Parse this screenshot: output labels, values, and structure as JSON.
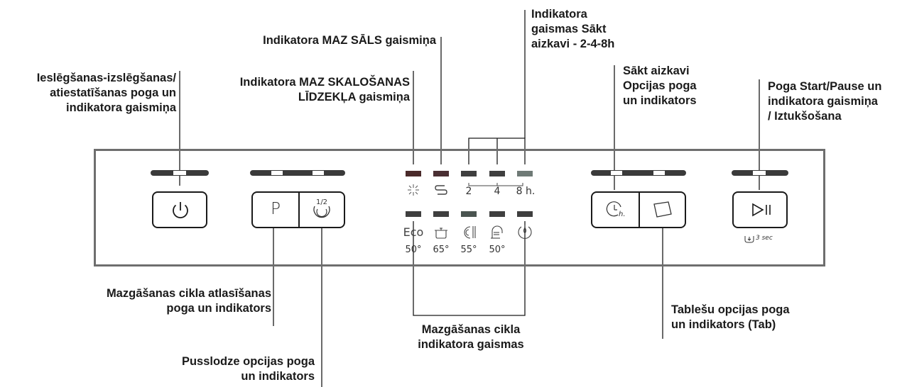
{
  "labels": {
    "power": [
      "Ieslēgšanas-izslēgšanas/",
      "atiestatīšanas poga un",
      "indikatora gaismiņa"
    ],
    "low_salt": "Indikatora MAZ SĀLS gaismiņa",
    "low_rinse": [
      "Indikatora MAZ SKALOŠANAS",
      "LĪDZEKĻA gaismiņa"
    ],
    "delay_leds": [
      "Indikatora",
      "gaismas Sākt",
      "aizkavi  - 2-4-8h"
    ],
    "delay_button": [
      "Sākt aizkavi",
      "Opcijas poga",
      "un indikators"
    ],
    "start_pause": [
      "Poga Start/Pause un",
      "indikatora gaismiņa",
      "/ Iztukšošana"
    ],
    "program": [
      "Mazgāšanas cikla atlasīšanas",
      "poga un indikators"
    ],
    "half_load": [
      "Pusslodze opcijas poga",
      "un indikators"
    ],
    "cycle_leds": [
      "Mazgāšanas cikla",
      "indikatora gaismas"
    ],
    "tablet": [
      "Tablešu opcijas poga",
      "un indikators (Tab)"
    ]
  },
  "panel": {
    "program_button": "P",
    "half_load_icon": "1/2",
    "hours": [
      "2",
      "4",
      "8 h."
    ],
    "cycles": [
      {
        "icon": "Eco",
        "temp": "50°"
      },
      {
        "icon": "pot-icon",
        "temp": "65°"
      },
      {
        "icon": "plate-cutlery-icon",
        "temp": "55°"
      },
      {
        "icon": "plate-stack-icon",
        "temp": "50°"
      },
      {
        "icon": "rinse-icon",
        "temp": ""
      }
    ],
    "drain_note": "3 sec",
    "colors": {
      "led_red": "#4a2a2a",
      "led_dark": "#3f3f3f",
      "led_grey": "#6f7a76",
      "panel_border": "#6e6e6e"
    }
  }
}
